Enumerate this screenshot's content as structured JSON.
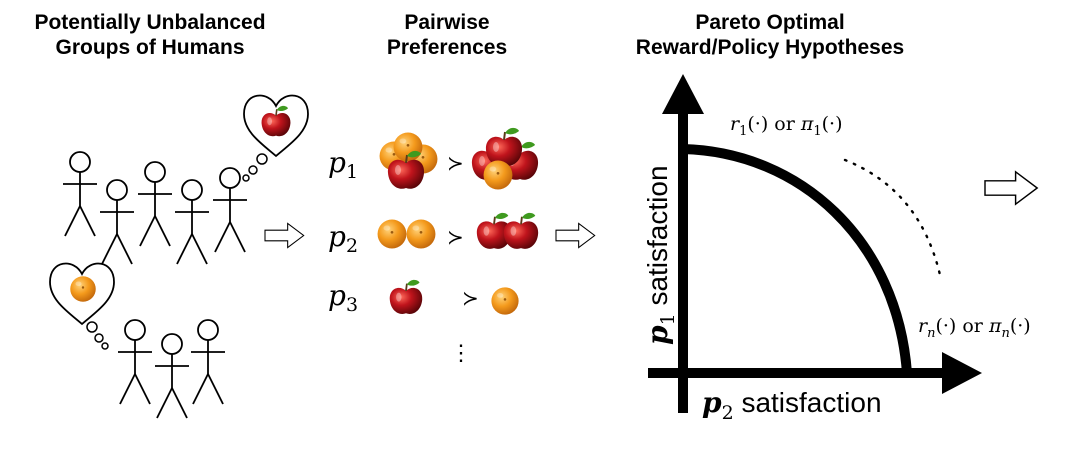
{
  "headings": {
    "groups": {
      "line1": "Potentially Unbalanced",
      "line2": "Groups of Humans"
    },
    "preferences": {
      "line1": "Pairwise",
      "line2": "Preferences"
    },
    "pareto": {
      "line1": "Pareto Optimal",
      "line2": "Reward/Policy Hypotheses"
    }
  },
  "groups": [
    {
      "name": "apple-preferring group",
      "members": 5,
      "thought": "apple"
    },
    {
      "name": "orange-preferring group",
      "members": 3,
      "thought": "orange"
    }
  ],
  "preferences": [
    {
      "label": "p",
      "sub": "1",
      "preferred": "oranges-with-apple",
      "rel": "≻",
      "other": "apples-with-orange"
    },
    {
      "label": "p",
      "sub": "2",
      "preferred": "two-oranges",
      "rel": "≻",
      "other": "two-apples"
    },
    {
      "label": "p",
      "sub": "3",
      "preferred": "apple",
      "rel": "≻",
      "other": "orange"
    }
  ],
  "more_marker": "⋮",
  "pareto": {
    "y_axis": {
      "var": "p",
      "sub": "1",
      "label": " satisfaction"
    },
    "x_axis": {
      "var": "p",
      "sub": "2",
      "label": " satisfaction"
    },
    "top_label": {
      "r": "r",
      "r_sub": "1",
      "mid": "(·) or ",
      "pi": "π",
      "pi_sub": "1",
      "end": "(·)"
    },
    "bottom_label": {
      "r": "r",
      "r_sub": "n",
      "mid": "(·) or ",
      "pi": "π",
      "pi_sub": "n",
      "end": "(·)"
    }
  },
  "colors": {
    "apple": "#b3121a",
    "orange": "#f39a1c",
    "leaf": "#3f9a1f",
    "ink": "#000000"
  }
}
